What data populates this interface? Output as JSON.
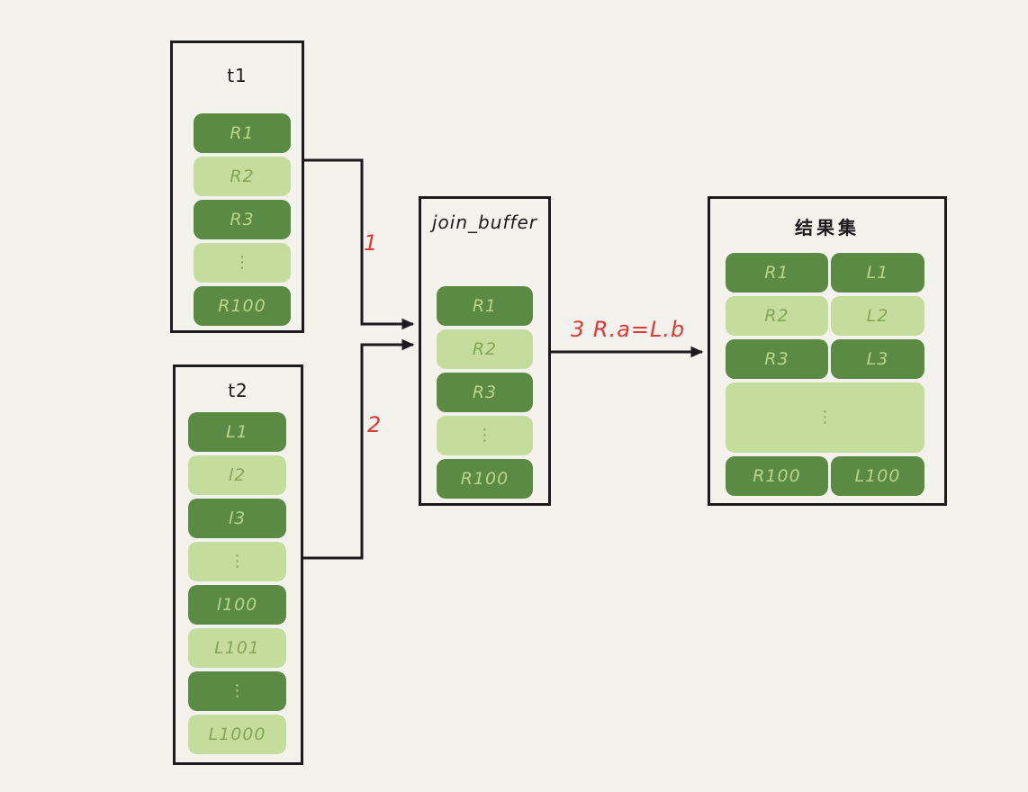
{
  "diagram": {
    "t1": {
      "title": "t1",
      "rows": [
        {
          "label": "R1"
        },
        {
          "label": "R2"
        },
        {
          "label": "R3"
        },
        {
          "label": "⋮"
        },
        {
          "label": "R100"
        }
      ]
    },
    "t2": {
      "title": "t2",
      "rows": [
        {
          "label": "L1"
        },
        {
          "label": "l2"
        },
        {
          "label": "l3"
        },
        {
          "label": "⋮"
        },
        {
          "label": "l100"
        },
        {
          "label": "L101"
        },
        {
          "label": "⋮"
        },
        {
          "label": "L1000"
        }
      ]
    },
    "join_buffer": {
      "title": "join_buffer",
      "rows": [
        {
          "label": "R1"
        },
        {
          "label": "R2"
        },
        {
          "label": "R3"
        },
        {
          "label": "⋮"
        },
        {
          "label": "R100"
        }
      ]
    },
    "result": {
      "title": "结果集",
      "rows": [
        {
          "left": "R1",
          "right": "L1"
        },
        {
          "left": "R2",
          "right": "L2"
        },
        {
          "left": "R3",
          "right": "L3"
        },
        {
          "dots": "⋮"
        },
        {
          "left": "R100",
          "right": "L100"
        }
      ]
    },
    "arrows": [
      {
        "label": "1"
      },
      {
        "label": "2"
      },
      {
        "label": "3  R.a=L.b"
      }
    ]
  },
  "colors": {
    "background": "#f4f2ec",
    "dark_green": "#5a8a44",
    "light_green": "#c4dd9c",
    "text_on_dark": "#b9d58c",
    "text_on_light": "#85a658",
    "line": "#1b1b1b",
    "red_label": "#e03737"
  }
}
